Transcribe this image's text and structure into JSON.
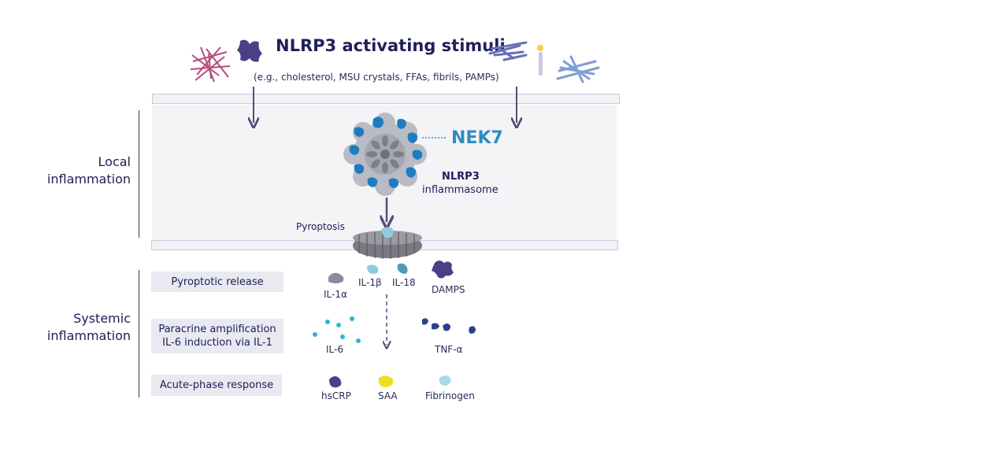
{
  "header": {
    "title": "NLRP3 activating stimuli",
    "subtitle": "(e.g., cholesterol, MSU crystals, FFAs, fibrils, PAMPs)"
  },
  "sections": {
    "local": [
      "Local",
      "inflammation"
    ],
    "systemic": [
      "Systemic",
      "inflammation"
    ]
  },
  "complex": {
    "nek7_label": "NEK7",
    "name_bold": "NLRP3",
    "name_sub": "inflammasome",
    "pyroptosis": "Pyroptosis"
  },
  "stages": {
    "pyroptotic_release": "Pyroptotic release",
    "paracrine_line1": "Paracrine amplification",
    "paracrine_line2": "IL-6 induction via IL-1",
    "acute_phase": "Acute-phase response"
  },
  "molecules": {
    "il1a": "IL-1α",
    "il1b": "IL-1β",
    "il18": "IL-18",
    "damps": "DAMPS",
    "il6": "IL-6",
    "tnfa": "TNF-α",
    "hscrp": "hsCRP",
    "saa": "SAA",
    "fibrinogen": "Fibrinogen"
  },
  "colors": {
    "navy": "#20205a",
    "nek7_blue": "#2c8dc1",
    "arrow": "#5a4a78",
    "stage_box": "#e9e9f1"
  }
}
